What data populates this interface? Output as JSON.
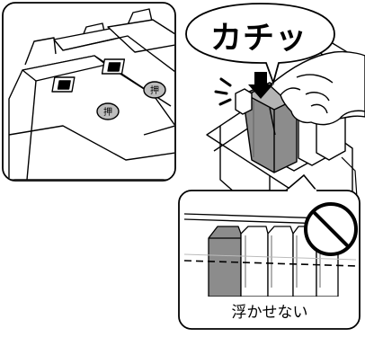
{
  "callout": {
    "text": "カチッ"
  },
  "detail_panel": {
    "caption": "浮かせない"
  },
  "cartridge_marks": [
    {
      "stamp": "押"
    },
    {
      "stamp": "押"
    }
  ],
  "icons": {
    "prohibited": "prohibited-icon",
    "press_arrow": "down-arrow-icon",
    "click_burst": "click-burst-icon"
  },
  "colors": {
    "line": "#000000",
    "cartridge_gray": "#8c8c8c",
    "highlight_gray": "#9a9a9a",
    "background": "#ffffff"
  }
}
